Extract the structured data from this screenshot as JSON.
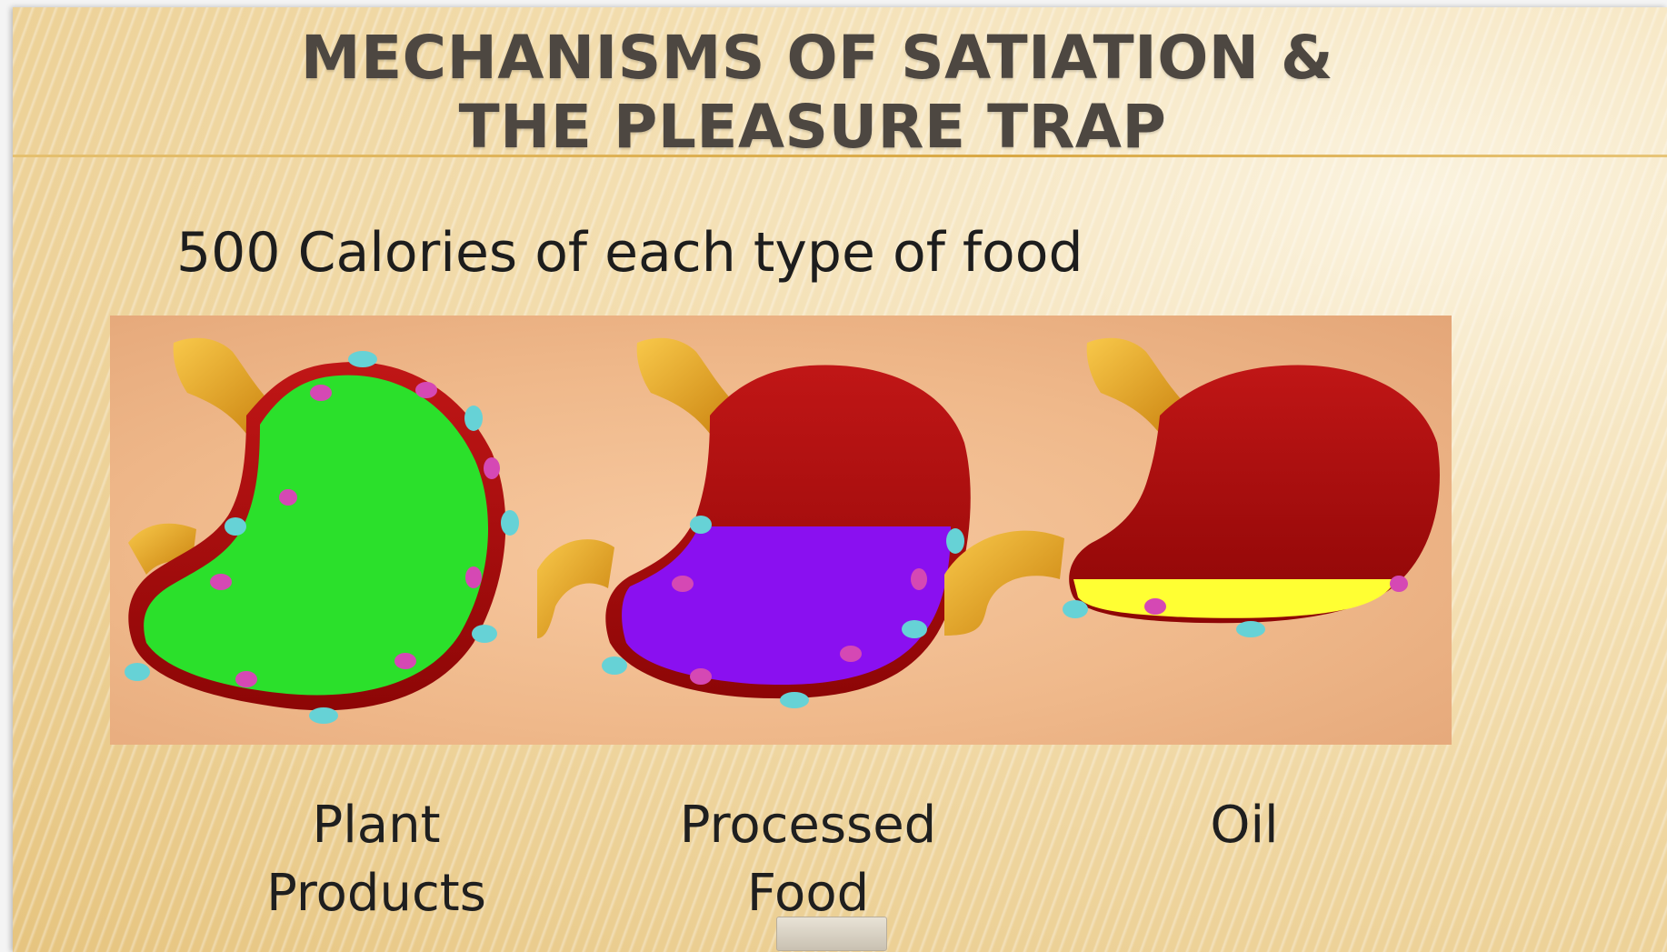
{
  "slide": {
    "title_line1": "MECHANISMS OF SATIATION &",
    "title_line2": "THE PLEASURE TRAP",
    "subtitle": "500 Calories of each type of food"
  },
  "stomachs": [
    {
      "label_line1": "Plant",
      "label_line2": "Products",
      "fill_color": "#2be02b",
      "fill_level": 1.0
    },
    {
      "label_line1": "Processed",
      "label_line2": "Food",
      "fill_color": "#8a10f0",
      "fill_level": 0.5
    },
    {
      "label_line1": "Oil",
      "label_line2": "",
      "fill_color": "#ffff33",
      "fill_level": 0.12
    }
  ],
  "colors": {
    "stomach_wall": "#b10f0f",
    "esophagus": "#e8a316",
    "stretch_receptor": "#66d2d6",
    "nutrient_receptor": "#d548b4"
  }
}
